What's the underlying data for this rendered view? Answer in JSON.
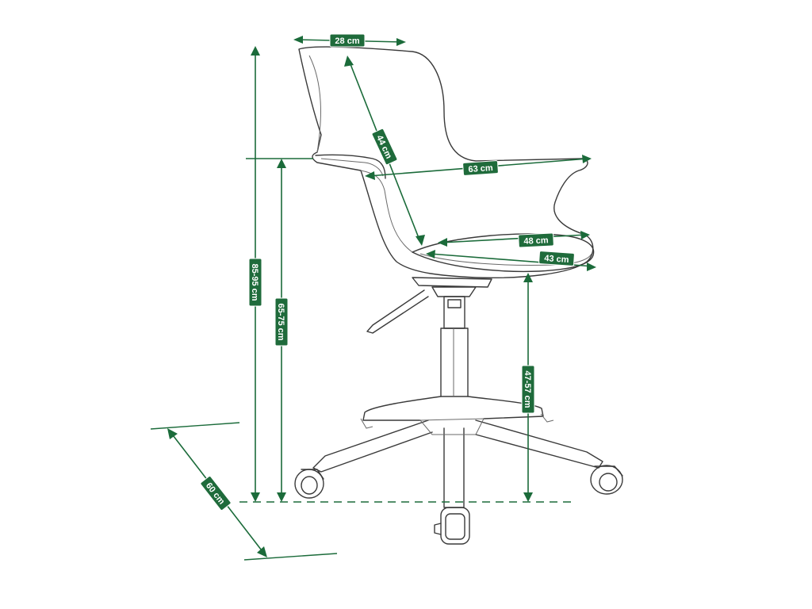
{
  "diagram": {
    "accent_color": "#1f6b3b",
    "dimensions": {
      "seat_back_top_width": "28 cm",
      "backrest_height": "44 cm",
      "armrest_width": "63 cm",
      "seat_width": "48 cm",
      "seat_depth": "43 cm",
      "total_height": "85-95 cm",
      "armrest_height": "65-75 cm",
      "seat_height": "47-57 cm",
      "base_depth": "60 cm"
    }
  }
}
